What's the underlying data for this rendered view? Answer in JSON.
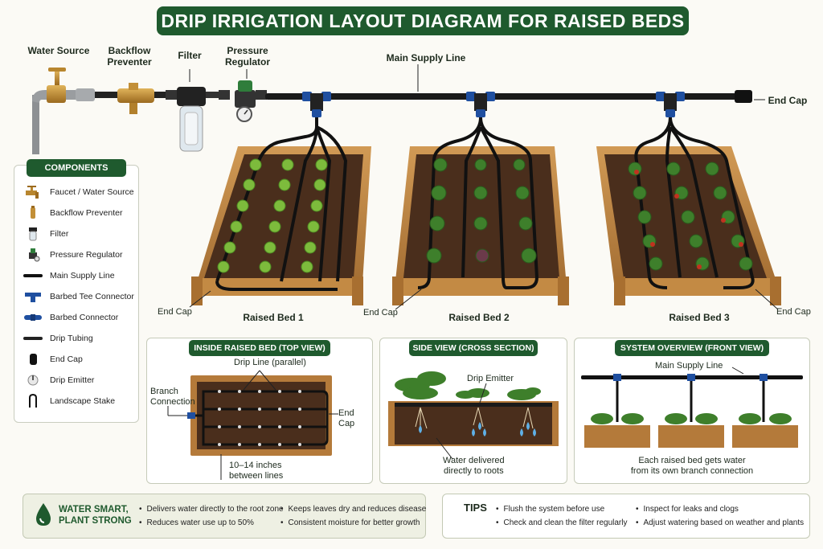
{
  "title": "DRIP IRRIGATION LAYOUT DIAGRAM FOR RAISED BEDS",
  "top_labels": {
    "water_source": "Water Source",
    "backflow": "Backflow\nPreventer",
    "filter": "Filter",
    "pressure": "Pressure\nRegulator",
    "main_line": "Main Supply Line",
    "end_cap": "End Cap"
  },
  "beds": [
    {
      "name": "Raised Bed 1",
      "end_cap": "End Cap"
    },
    {
      "name": "Raised Bed 2",
      "end_cap": "End Cap"
    },
    {
      "name": "Raised Bed 3",
      "end_cap": "End Cap"
    }
  ],
  "components": {
    "title": "COMPONENTS",
    "items": [
      {
        "label": "Faucet / Water Source",
        "icon": "faucet-icon"
      },
      {
        "label": "Backflow Preventer",
        "icon": "backflow-icon"
      },
      {
        "label": "Filter",
        "icon": "filter-icon"
      },
      {
        "label": "Pressure Regulator",
        "icon": "regulator-icon"
      },
      {
        "label": "Main Supply Line",
        "icon": "pipe-icon"
      },
      {
        "label": "Barbed Tee Connector",
        "icon": "tee-icon"
      },
      {
        "label": "Barbed Connector",
        "icon": "connector-icon"
      },
      {
        "label": "Drip Tubing",
        "icon": "tubing-icon"
      },
      {
        "label": "End Cap",
        "icon": "end-cap-icon"
      },
      {
        "label": "Drip Emitter",
        "icon": "emitter-icon"
      },
      {
        "label": "Landscape Stake",
        "icon": "stake-icon"
      }
    ]
  },
  "top_view": {
    "title": "INSIDE RAISED BED (TOP VIEW)",
    "drip_line": "Drip Line (parallel)",
    "branch": "Branch\nConnection",
    "end_cap": "End Cap",
    "spacing": "10–14 inches\nbetween lines"
  },
  "side_view": {
    "title": "SIDE VIEW (CROSS SECTION)",
    "emitter": "Drip Emitter",
    "water": "Water delivered\ndirectly to roots"
  },
  "front_view": {
    "title": "SYSTEM OVERVIEW (FRONT VIEW)",
    "main_line": "Main Supply Line",
    "caption": "Each raised bed gets water\nfrom its own branch connection"
  },
  "water_smart": {
    "heading": "WATER SMART,\nPLANT STRONG",
    "bullets": [
      "Delivers water directly to the root zone",
      "Reduces water use up to 50%",
      "Keeps leaves dry and reduces disease",
      "Consistent moisture for better growth"
    ]
  },
  "tips": {
    "heading": "TIPS",
    "bullets": [
      "Flush the system before use",
      "Check and clean the filter regularly",
      "Inspect for leaks and clogs",
      "Adjust watering based on weather and plants"
    ]
  },
  "colors": {
    "accent": "#1f5a2e",
    "pipe": "#1a1a1a",
    "connector": "#1f4fa0",
    "wood": "#b47a3a",
    "soil": "#4a2e1c"
  }
}
